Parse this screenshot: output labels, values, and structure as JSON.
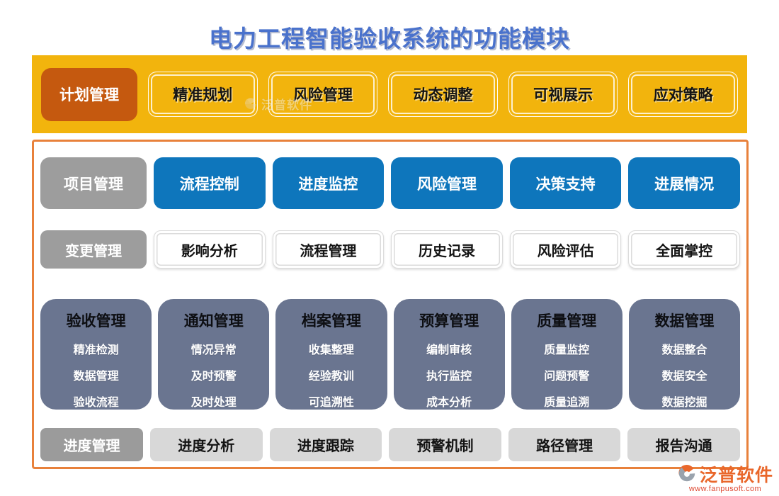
{
  "title": "电力工程智能验收系统的功能模块",
  "colors": {
    "title_blue": "#4A72CC",
    "banner_yellow": "#F2B40D",
    "plan_orange": "#C5590F",
    "panel_border_orange": "#E8813B",
    "button_blue": "#0E76BC",
    "label_gray": "#9D9D9D",
    "card_slate": "#6A7590",
    "light_gray": "#D8D8D8",
    "brand_orange": "#E9672B"
  },
  "plan_row": {
    "label": "计划管理",
    "items": [
      "精准规划",
      "风险管理",
      "动态调整",
      "可视展示",
      "应对策略"
    ]
  },
  "panel": {
    "rows": [
      {
        "label": "项目管理",
        "items": [
          "流程控制",
          "进度监控",
          "风险管理",
          "决策支持",
          "进展情况"
        ]
      },
      {
        "label": "变更管理",
        "items": [
          "影响分析",
          "流程管理",
          "历史记录",
          "风险评估",
          "全面掌控"
        ]
      }
    ],
    "cards": [
      {
        "title": "验收管理",
        "items": [
          "精准检测",
          "数据管理",
          "验收流程"
        ]
      },
      {
        "title": "通知管理",
        "items": [
          "情况异常",
          "及时预警",
          "及时处理"
        ]
      },
      {
        "title": "档案管理",
        "items": [
          "收集整理",
          "经验教训",
          "可追溯性"
        ]
      },
      {
        "title": "预算管理",
        "items": [
          "编制审核",
          "执行监控",
          "成本分析"
        ]
      },
      {
        "title": "质量管理",
        "items": [
          "质量监控",
          "问题预警",
          "质量追溯"
        ]
      },
      {
        "title": "数据管理",
        "items": [
          "数据整合",
          "数据安全",
          "数据挖掘"
        ]
      }
    ],
    "bottom_row": {
      "label": "进度管理",
      "items": [
        "进度分析",
        "进度跟踪",
        "预警机制",
        "路径管理",
        "报告沟通"
      ]
    }
  },
  "brand": {
    "watermark": "泛普软件",
    "name": "泛普软件",
    "url": "www.fanpusoft.com"
  }
}
